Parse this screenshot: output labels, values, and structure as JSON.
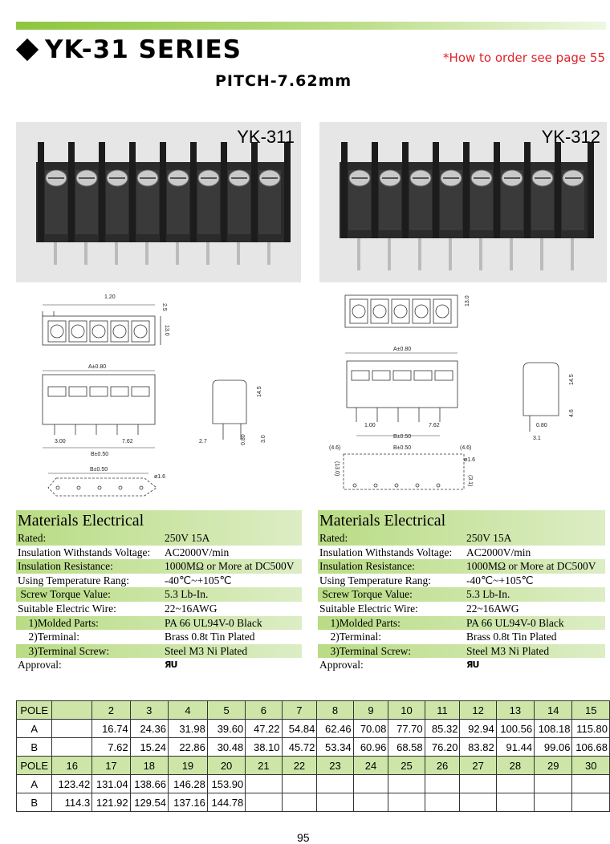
{
  "header": {
    "title": "YK-31 SERIES",
    "order_note": "*How to order see page 55",
    "pitch": "PITCH-7.62mm",
    "accent_color": "#8dc63f",
    "note_color": "#e0232a"
  },
  "photos": [
    {
      "label": "YK-311"
    },
    {
      "label": "YK-312"
    }
  ],
  "drawings": {
    "left": {
      "d_120": "1.20",
      "d_25": "2.5",
      "d_130": "13.0",
      "d_a": "A±0.80",
      "d_145": "14.5",
      "d_27": "2.7",
      "d_080": "0.80",
      "d_30": "3.0",
      "d_300": "3.00",
      "d_762": "7.62",
      "d_b": "B±0.50",
      "d_b2": "B±0.50",
      "d_hole": "ø1.6"
    },
    "right": {
      "d_130": "13.0",
      "d_a": "A±0.80",
      "d_145": "14.5",
      "d_46": "4.6",
      "d_080": "0.80",
      "d_31": "3.1",
      "d_100": "1.00",
      "d_762": "7.62",
      "d_b": "B±0.50",
      "d_46l": "(4.6)",
      "d_b2": "B±0.50",
      "d_46r": "(4.6)",
      "d_130b": "(13.0)",
      "d_31b": "(3.1)",
      "d_hole": "ø1.6"
    }
  },
  "materials": {
    "heading": "Materials Electrical",
    "rows": [
      {
        "k": "Rated:",
        "v": "250V  15A"
      },
      {
        "k": "Insulation Withstands Voltage:",
        "v": "AC2000V/min"
      },
      {
        "k": "Insulation Resistance:",
        "v": "1000MΩ  or More at DC500V"
      },
      {
        "k": "Using Temperature Rang:",
        "v": "-40℃~+105℃"
      },
      {
        "k": " Screw Torque Value:",
        "v": "5.3 Lb-In."
      },
      {
        "k": "Suitable Electric Wire:",
        "v": "22~16AWG"
      },
      {
        "k": "    1)Molded Parts:",
        "v": "PA 66 UL94V-0 Black"
      },
      {
        "k": "    2)Terminal:",
        "v": "Brass 0.8t Tin Plated"
      },
      {
        "k": "    3)Terminal Screw:",
        "v": "Steel M3 Ni Plated"
      },
      {
        "k": "Approval:",
        "v": ""
      }
    ],
    "approval_mark": "ЯU"
  },
  "pole_table": {
    "head1": [
      "POLE",
      "",
      "2",
      "3",
      "4",
      "5",
      "6",
      "7",
      "8",
      "9",
      "10",
      "11",
      "12",
      "13",
      "14",
      "15"
    ],
    "row_a1": [
      "A",
      "",
      "16.74",
      "24.36",
      "31.98",
      "39.60",
      "47.22",
      "54.84",
      "62.46",
      "70.08",
      "77.70",
      "85.32",
      "92.94",
      "100.56",
      "108.18",
      "115.80"
    ],
    "row_b1": [
      "B",
      "",
      "7.62",
      "15.24",
      "22.86",
      "30.48",
      "38.10",
      "45.72",
      "53.34",
      "60.96",
      "68.58",
      "76.20",
      "83.82",
      "91.44",
      "99.06",
      "106.68"
    ],
    "head2": [
      "POLE",
      "16",
      "17",
      "18",
      "19",
      "20",
      "21",
      "22",
      "23",
      "24",
      "25",
      "26",
      "27",
      "28",
      "29",
      "30"
    ],
    "row_a2": [
      "A",
      "123.42",
      "131.04",
      "138.66",
      "146.28",
      "153.90",
      "",
      "",
      "",
      "",
      "",
      "",
      "",
      "",
      "",
      ""
    ],
    "row_b2": [
      "B",
      "114.3",
      "121.92",
      "129.54",
      "137.16",
      "144.78",
      "",
      "",
      "",
      "",
      "",
      "",
      "",
      "",
      "",
      ""
    ]
  },
  "page_number": "95"
}
